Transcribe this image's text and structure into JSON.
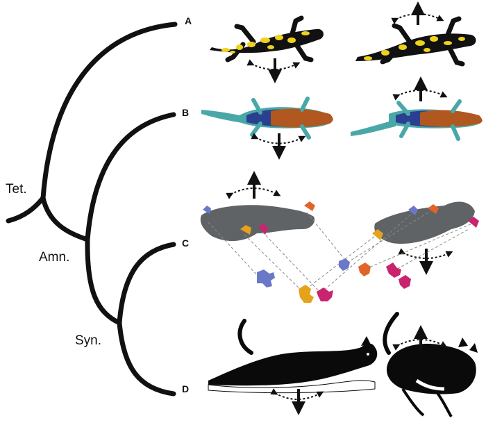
{
  "clades": [
    {
      "id": "tetrapoda",
      "label": "Tet."
    },
    {
      "id": "amniota",
      "label": "Amn."
    },
    {
      "id": "synapsida",
      "label": "Syn."
    }
  ],
  "tips": [
    {
      "id": "A",
      "label": "A",
      "animal": "salamander",
      "colors": {
        "body": "#111111",
        "spots": "#f0d21c"
      }
    },
    {
      "id": "B",
      "label": "B",
      "animal": "lizard",
      "colors": {
        "head": "#b0581f",
        "back": "#2a3f8f",
        "limbs": "#4aa7a8"
      }
    },
    {
      "id": "C",
      "label": "C",
      "animal": "cynodont",
      "colors": {
        "body": "#5f6366",
        "foot1": "#6b78c8",
        "foot2": "#e6a21a",
        "foot3": "#c9246e",
        "foot4": "#e0642a"
      }
    },
    {
      "id": "D",
      "label": "D",
      "animal": "cat",
      "colors": {
        "body": "#0a0a0a",
        "belly": "#ffffff"
      }
    }
  ],
  "icons": [
    "bending-arrow-icon",
    "footprint-icon"
  ]
}
